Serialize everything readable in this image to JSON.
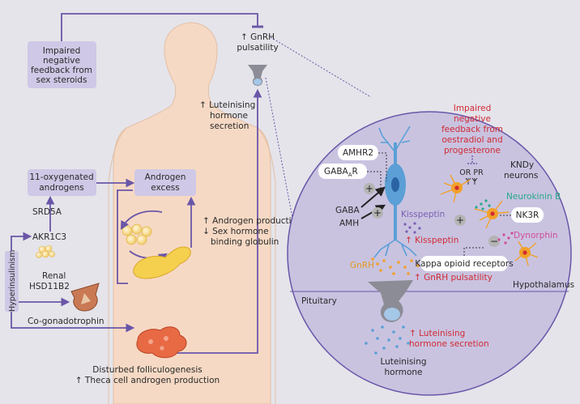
{
  "feedback_box": [
    "Impaired",
    "negative",
    "feedback from",
    "sex steroids"
  ],
  "gnrh_top": [
    "↑ GnRH",
    "pulsatility"
  ],
  "lh_secretion": [
    "↑ Luteinising",
    "hormone",
    "secretion"
  ],
  "oxygenated_box": [
    "11-oxygenated",
    "androgens"
  ],
  "androgen_box": [
    "Androgen",
    "excess"
  ],
  "androgen_production": [
    "↑ Androgen production",
    "↓ Sex hormone",
    "binding globulin"
  ],
  "srd5a": "SRD5A",
  "akr1c3": "AKR1C3",
  "renal": [
    "Renal",
    "HSD11B2"
  ],
  "hyperinsulinism": "Hyperinsulinism",
  "cogonadotrophin": "Co-gonadotrophin",
  "folliculogenesis": [
    "Disturbed folliculogenesis",
    "↑ Theca cell androgen production"
  ],
  "hypothalamus_panel": {
    "impaired_red": [
      "Impaired",
      "negative",
      "feedback from",
      "oestradiol and",
      "progesterone"
    ],
    "or_pr": "OR  PR",
    "kndy": [
      "KNDy",
      "neurons"
    ],
    "amhr2": "AMHR2",
    "gabaar_main": "GABA",
    "gabaar_sub": "A",
    "gabaar_tail": "R",
    "gaba": "GABA",
    "amh": "AMH",
    "kisspeptin_purple": "Kisspeptin",
    "kisspeptin_red": "↑ Kisspeptin",
    "neurokinin": "Neurokinin B",
    "nk3r": "NK3R",
    "dynorphin": "Dynorphin",
    "kappa": "Kappa opioid receptors",
    "gnrh_orange": "GnRH",
    "gnrh_pulsatility": "↑ GnRH pulsatility",
    "hypothalamus": "Hypothalamus",
    "pituitary": "Pituitary",
    "lh_red": [
      "↑ Luteinising",
      "hormone secretion"
    ],
    "lh_dark": [
      "Luteinising",
      "hormone"
    ]
  },
  "colors": {
    "background": "#e5e4ea",
    "circle": "#c9c3e0",
    "purple_box": "#cfc8e6",
    "arrow_purple": "#6a56a8",
    "skin": "#f6d9c4",
    "neuron_blue": "#5b9fd6",
    "red_text": "#d12a34",
    "kndy_orange": "#f2a12a"
  }
}
